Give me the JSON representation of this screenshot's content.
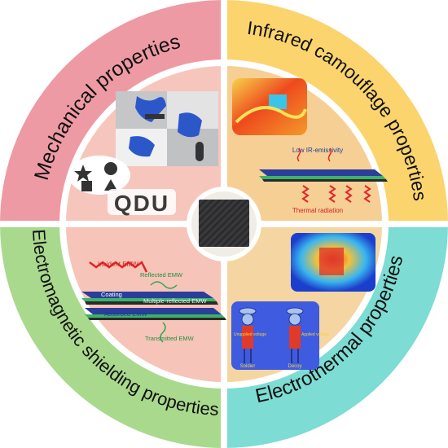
{
  "quadrants": {
    "mechanical": {
      "title": "Mechanical properties",
      "logo_text": "QDU",
      "colors": {
        "outer": "#ee9aa5",
        "inner": "#f6c6bd"
      }
    },
    "infrared": {
      "title": "Infrared camouflage properties",
      "label_emissivity": "Low IR-emissivity",
      "label_radiation": "Thermal radiation",
      "colors": {
        "outer": "#fbd46e",
        "inner": "#f6cf95"
      }
    },
    "electromagnetic": {
      "title": "Electromagnetic shielding properties",
      "labels": {
        "incident": "Incident EMW",
        "reflected": "Reflected EMW",
        "coating": "Coating",
        "multiple": "Multiple-reflected EMW",
        "absorbed": "Absorbed EMW",
        "transmitted": "Transmitted EMW"
      },
      "colors": {
        "outer": "#a9d98d",
        "inner": "#f6c4b8"
      }
    },
    "electrothermal": {
      "title": "Electrothermal properties",
      "labels": {
        "unapplied": "Unapplied voltage",
        "applied": "Applied voltage",
        "soldier": "Soldier",
        "decoy": "Decoy"
      },
      "colors": {
        "outer": "#7ddcd3",
        "inner": "#f5d6a2"
      }
    }
  },
  "center": {
    "icon": "fabric-sample-icon"
  },
  "icons": [
    "star-icon",
    "circle-icon",
    "square-icon",
    "triangle-icon",
    "heat-wave-icon",
    "thermal-image-icon",
    "soldier-icon",
    "decoy-icon",
    "arrow-icon"
  ]
}
